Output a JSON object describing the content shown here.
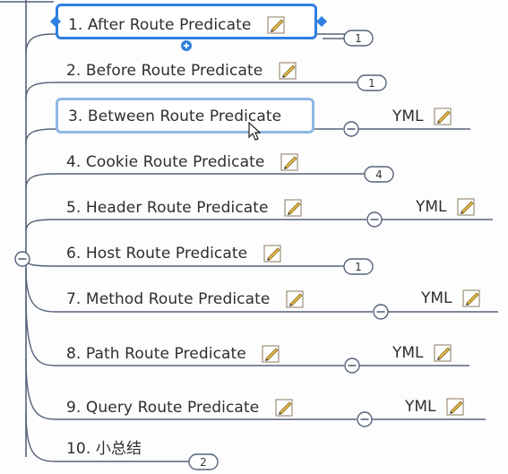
{
  "topics": [
    {
      "label": "1. After Route Predicate",
      "badge": "1",
      "yml": ""
    },
    {
      "label": "2. Before Route Predicate",
      "badge": "1",
      "yml": ""
    },
    {
      "label": "3. Between Route Predicate",
      "badge": "",
      "yml": "YML"
    },
    {
      "label": "4. Cookie Route Predicate",
      "badge": "4",
      "yml": ""
    },
    {
      "label": "5. Header Route Predicate",
      "badge": "",
      "yml": "YML"
    },
    {
      "label": "6. Host Route Predicate",
      "badge": "1",
      "yml": ""
    },
    {
      "label": "7. Method Route Predicate",
      "badge": "",
      "yml": "YML"
    },
    {
      "label": "8. Path Route Predicate",
      "badge": "",
      "yml": "YML"
    },
    {
      "label": "9. Query Route Predicate",
      "badge": "",
      "yml": "YML"
    },
    {
      "label": "10. 小总结",
      "badge": "2",
      "yml": ""
    }
  ],
  "colors": {
    "branch": "#56627a",
    "selection": "#2f7fe0",
    "hover": "#8fb7e6",
    "note": "#e2b64a"
  },
  "icons": {
    "note": "note-edit-icon",
    "collapse": "collapse-minus-icon"
  }
}
